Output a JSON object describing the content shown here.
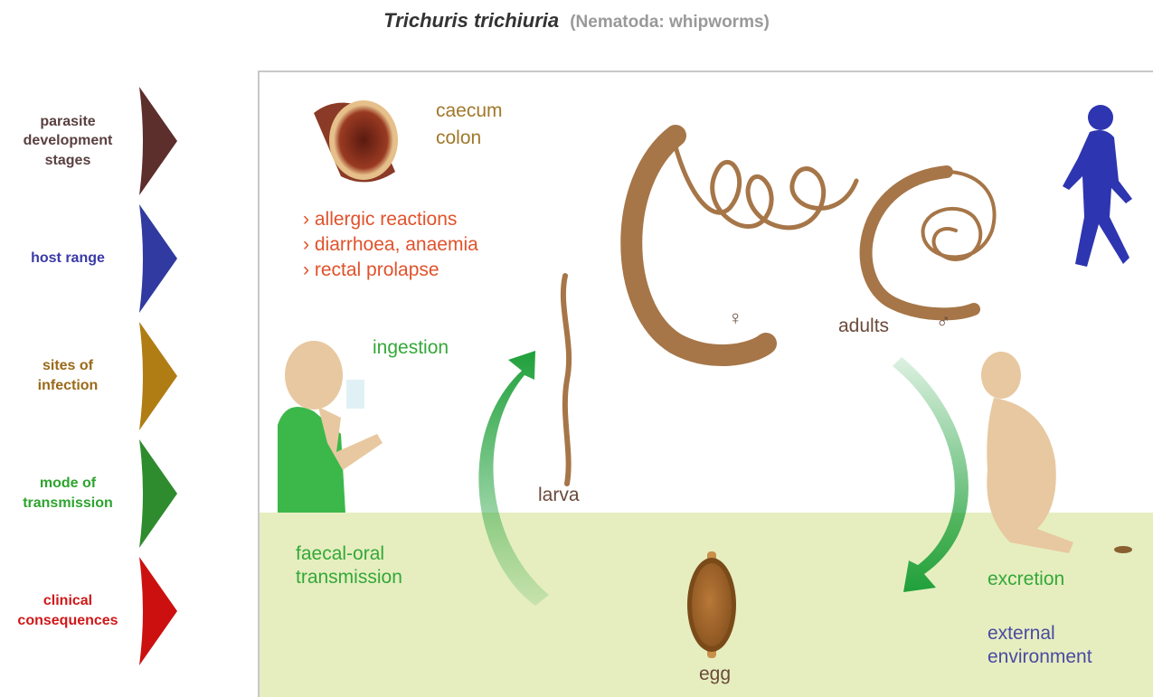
{
  "title": {
    "scientific": "Trichuris trichiuria",
    "subtitle": "(Nematoda: whipworms)"
  },
  "legend": [
    {
      "label": "parasite\ndevelopment\nstages",
      "color": "#5c2e2c",
      "text_color": "#5a4040"
    },
    {
      "label": "host range",
      "color": "#303aa0",
      "text_color": "#3a3aa8"
    },
    {
      "label": "sites of\ninfection",
      "color": "#b07c14",
      "text_color": "#9a6a18"
    },
    {
      "label": "mode of\ntransmission",
      "color": "#2e8c2e",
      "text_color": "#2ea42e"
    },
    {
      "label": "clinical\nconsequences",
      "color": "#cc1010",
      "text_color": "#d01818"
    }
  ],
  "diagram": {
    "site": {
      "line1": "caecum",
      "line2": "colon"
    },
    "consequences": [
      "allergic reactions",
      "diarrhoea, anaemia",
      "rectal prolapse"
    ],
    "bullet": "›",
    "ingestion": "ingestion",
    "larva": "larva",
    "adults": "adults",
    "female_symbol": "♀",
    "male_symbol": "♂",
    "transmission": "faecal-oral\ntransmission",
    "excretion": "excretion",
    "environment": "external\nenvironment",
    "egg": "egg"
  },
  "colors": {
    "worm": "#a67648",
    "env_band": "#e6eec0",
    "arrow_green": "#1fa03a",
    "human_blue": "#2e35b0",
    "skin": "#e8c8a0",
    "shirt": "#3cb84a"
  }
}
